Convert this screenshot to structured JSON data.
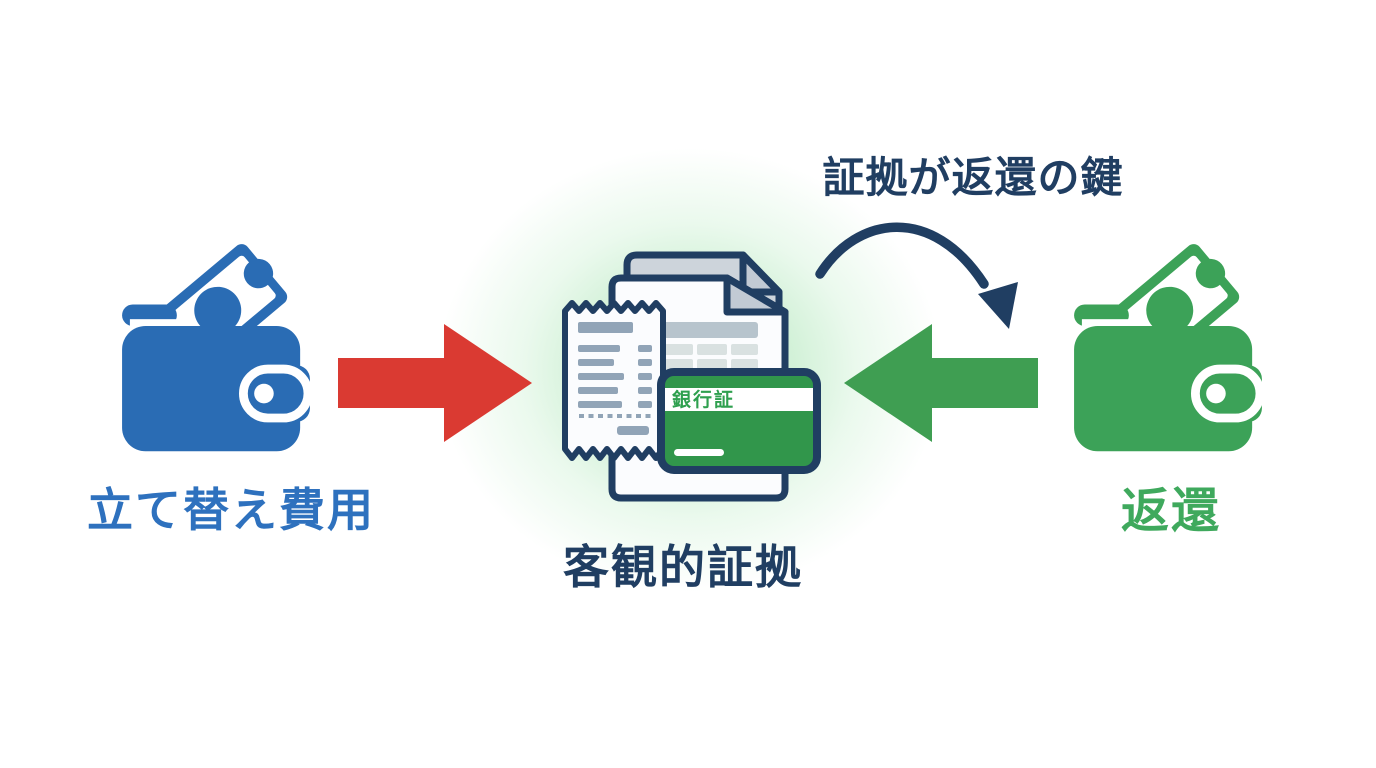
{
  "diagram": {
    "flow_note": "証拠が返還の鍵",
    "nodes": {
      "expense": {
        "label": "立て替え費用"
      },
      "evidence": {
        "label": "客観的証拠",
        "card_text": "銀行証"
      },
      "refund": {
        "label": "返還"
      }
    }
  },
  "icons": {
    "left": "blue-wallet-with-banknote",
    "center": "documents-receipt-and-bank-card",
    "right": "green-wallet-with-banknote",
    "arrows": [
      "red-right-arrow",
      "green-left-arrow",
      "navy-curved-arrow"
    ]
  },
  "colors": {
    "blue": "#2A6CB4",
    "blue_text": "#2E71BE",
    "navy": "#203E62",
    "red": "#DA3A32",
    "green_arrow": "#3F9E52",
    "green_wallet": "#3CA258",
    "green_text": "#3FA95D",
    "card_green": "#31964B",
    "card_text_green": "#2FA04F",
    "doc_gray": "#CDD4DB",
    "fold_gray": "#C2CAD4",
    "table_header": "#B7C4CD",
    "table_cell": "#D9E1E1",
    "receipt_ink": "#91A4B7",
    "glow": "#A9E3B4"
  }
}
